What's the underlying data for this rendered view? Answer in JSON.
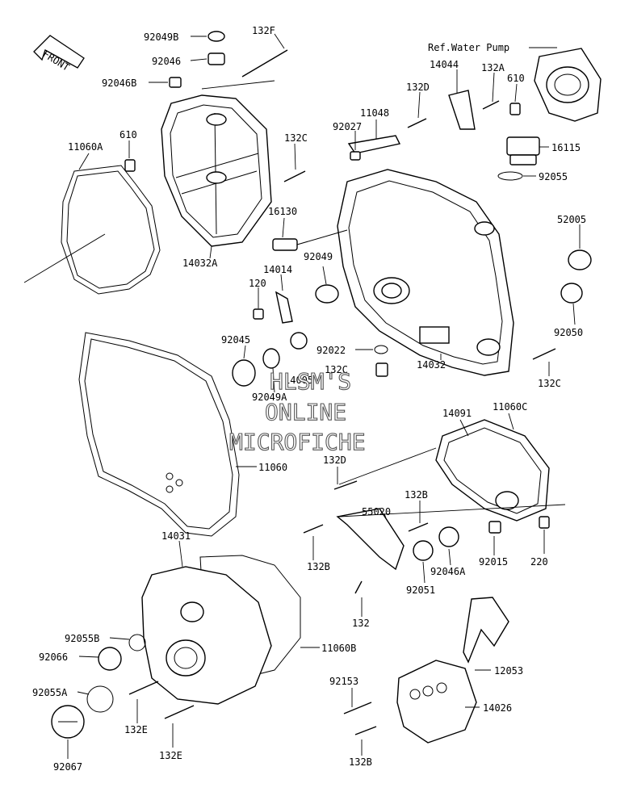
{
  "front_label": "FRONT",
  "ref_note": "Ref.Water Pump",
  "watermark": [
    "HLSM'S",
    "ONLINE",
    "MICROFICHE"
  ],
  "part_labels": {
    "p92049B": "92049B",
    "p132F": "132F",
    "p92046": "92046",
    "p92046B": "92046B",
    "p610a": "610",
    "p11060A": "11060A",
    "p14032A": "14032A",
    "p132Ca": "132C",
    "p16130": "16130",
    "p14014": "14014",
    "p92049": "92049",
    "p120": "120",
    "p14044": "14044",
    "p132A": "132A",
    "p610b": "610",
    "p132D": "132D",
    "p11048": "11048",
    "p92027": "92027",
    "p16115": "16115",
    "p92055": "92055",
    "p52005": "52005",
    "p92050": "92050",
    "p92022": "92022",
    "p132Cb": "132C",
    "p14032": "14032",
    "p92045": "92045",
    "p92049A": "92049A",
    "p14005": "14005",
    "p132Cc": "132C",
    "p11060": "11060",
    "p14091": "14091",
    "p11060C": "11060C",
    "p132Db": "132D",
    "p55020": "55020",
    "p132B1": "132B",
    "p132B2": "132B",
    "p92015": "92015",
    "p220": "220",
    "p92046A": "92046A",
    "p92051": "92051",
    "p132": "132",
    "p14031": "14031",
    "p92055B": "92055B",
    "p92066": "92066",
    "p92055A": "92055A",
    "p92067": "92067",
    "p132E1": "132E",
    "p132E2": "132E",
    "p11060B": "11060B",
    "p12053": "12053",
    "p92153": "92153",
    "p14026": "14026",
    "p132B3": "132B"
  }
}
